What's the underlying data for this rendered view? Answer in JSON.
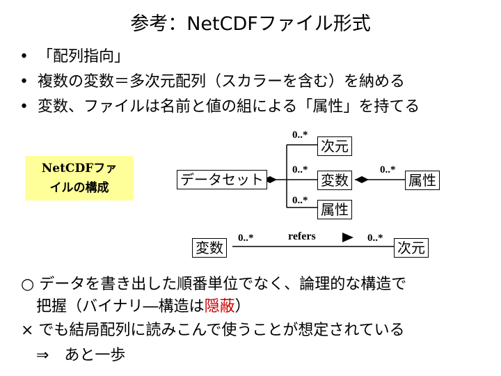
{
  "title": "参考：NetCDFファイル形式",
  "bullets": [
    "「配列指向」",
    "複数の変数＝多次元配列（スカラーを含む）を納める",
    "変数、ファイルは名前と値の組による「属性」を持てる"
  ],
  "bullet_marker": "•",
  "callout": {
    "line1": "NetCDFファ",
    "line2": "イルの構成"
  },
  "diagram": {
    "dataset": "データセット",
    "dimension": "次元",
    "variable": "変数",
    "attribute": "属性",
    "attribute_of_dataset": "属性",
    "multiplicity": "0..*",
    "refers": "refers",
    "ref_variable": "変数",
    "ref_dimension": "次元"
  },
  "notes": {
    "line1": "○ データを書き出した順番単位でなく、論理的な構造で",
    "line2_prefix": "　把握（バイナリ―構造は",
    "line2_hidden": "隠蔽",
    "line2_suffix": "）",
    "line3": "×  でも結局配列に読みこんで使うことが想定されている",
    "line4": "　⇒　あと一歩"
  },
  "colors": {
    "callout_bg": "#ffff99",
    "highlight": "#cc0000"
  }
}
